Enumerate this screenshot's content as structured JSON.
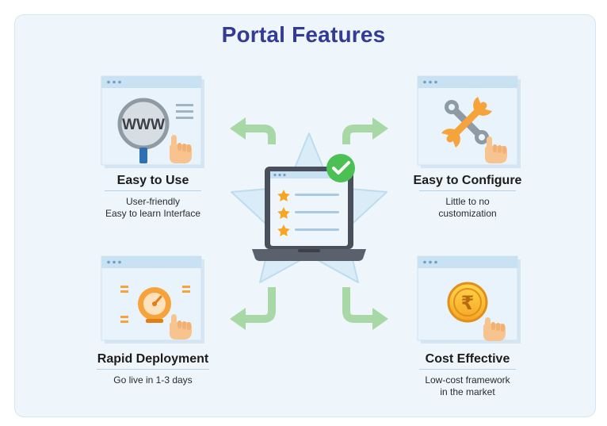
{
  "title": "Portal Features",
  "features": {
    "easy_to_use": {
      "title": "Easy to Use",
      "lines": [
        "User-friendly",
        "Easy to learn Interface"
      ],
      "icon": "www-search-icon"
    },
    "easy_to_configure": {
      "title": "Easy to Configure",
      "lines": [
        "Little to no",
        "customization"
      ],
      "icon": "wrench-icon"
    },
    "rapid_deployment": {
      "title": "Rapid Deployment",
      "lines": [
        "Go live in 1-3 days"
      ],
      "icon": "speedometer-icon"
    },
    "cost_effective": {
      "title": "Cost Effective",
      "lines": [
        "Low-cost framework",
        "in the market"
      ],
      "icon": "rupee-coin-icon"
    }
  },
  "www_text": "WWW",
  "rupee_symbol": "₹",
  "colors": {
    "title": "#343b96",
    "arrow": "#a8d8a6",
    "check": "#4cc153",
    "star": "#f5a623",
    "accent_orange": "#f7a33b",
    "window_bar": "#c8e1f3",
    "window_body": "#e9f3fb"
  }
}
